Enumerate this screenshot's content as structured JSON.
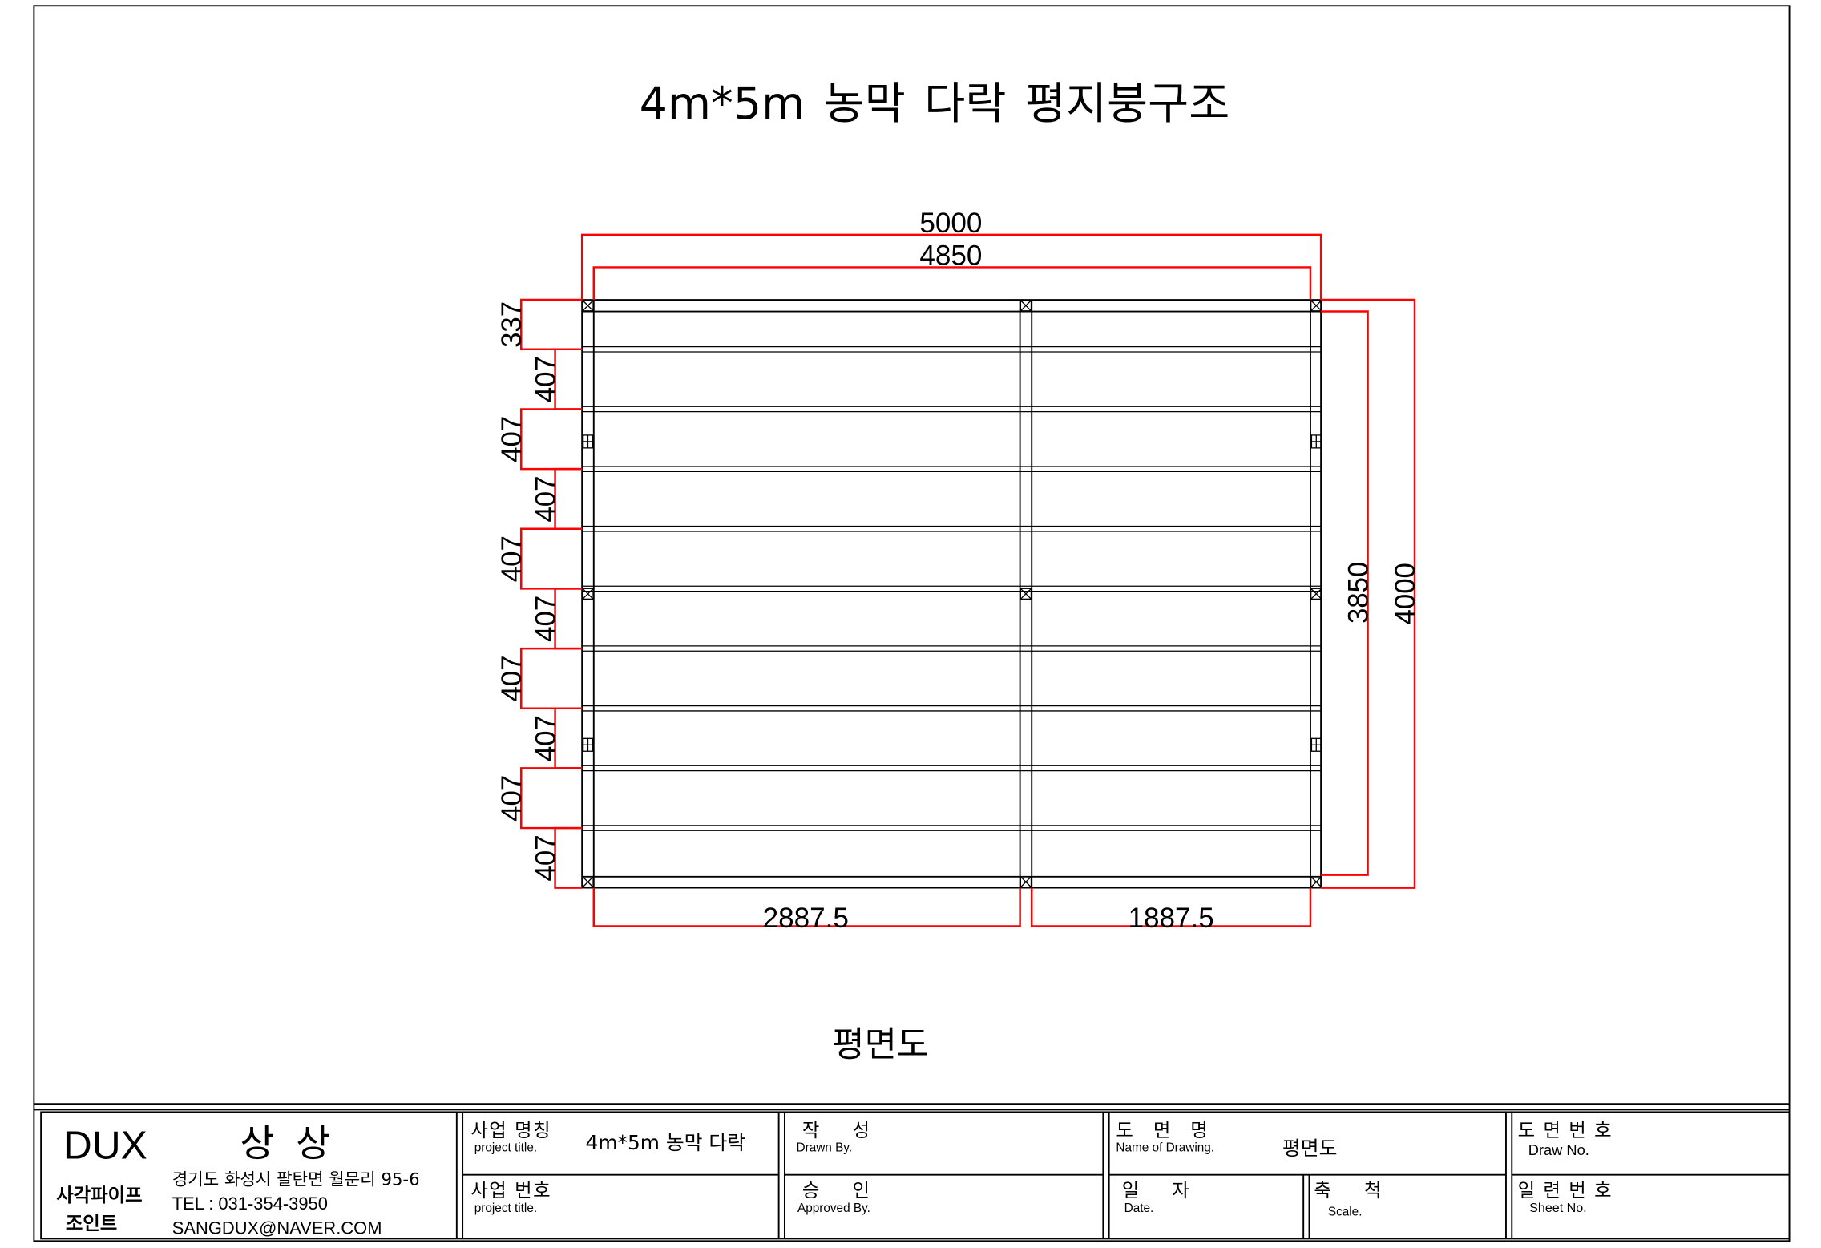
{
  "title": "4m*5m 농막 다락 평지붕구조",
  "subtitle": "평면도",
  "dimensions": {
    "top": [
      "5000",
      "4850"
    ],
    "right": [
      "3850",
      "4000"
    ],
    "bottom": [
      "2887.5",
      "1887.5"
    ],
    "left": [
      "337",
      "407",
      "407",
      "407",
      "407",
      "407",
      "407",
      "407",
      "407",
      "407"
    ]
  },
  "title_block": {
    "company": "DUX",
    "brand": "상 상",
    "product_line1": "사각파이프",
    "product_line2": "조인트",
    "address": "경기도 화성시 팔탄면 월문리 95-6",
    "tel": "TEL : 031-354-3950",
    "email": "SANGDUX@NAVER.COM",
    "project_name_label": "사업 명칭",
    "project_name_sublabel": "project title.",
    "project_name_value": "4m*5m 농막 다락",
    "project_no_label": "사업 번호",
    "project_no_sublabel": "project title.",
    "drawn_by_label": "작  성",
    "drawn_by_sublabel": "Drawn By.",
    "approved_label": "승  인",
    "approved_sublabel": "Approved By.",
    "drawing_name_label": "도 면 명",
    "drawing_name_sublabel": "Name of Drawing.",
    "drawing_name_value": "평면도",
    "date_label": "일  자",
    "date_sublabel": "Date.",
    "scale_label": "축  척",
    "scale_sublabel": "Scale.",
    "draw_no_label": "도 면 번 호",
    "draw_no_sublabel": "Draw No.",
    "sheet_no_label": "일 련 번 호",
    "sheet_no_sublabel": "Sheet No."
  },
  "colors": {
    "line": "#000000",
    "dimension": "#ff0000",
    "background": "#ffffff"
  }
}
